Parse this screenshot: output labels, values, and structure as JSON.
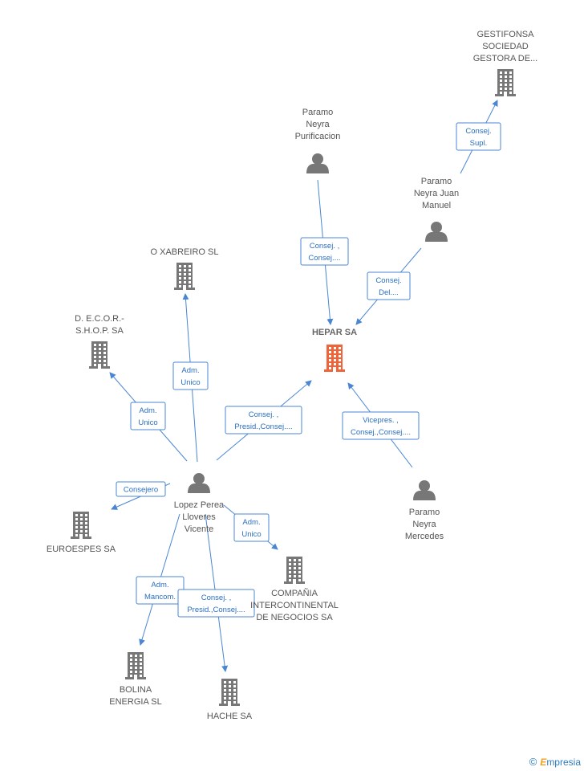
{
  "diagram": {
    "nodes": [
      {
        "id": "hepar",
        "type": "company",
        "main": true,
        "label": [
          "HEPAR SA"
        ]
      },
      {
        "id": "gestifonsa",
        "type": "company",
        "label": [
          "GESTIFONSA",
          "SOCIEDAD",
          "GESTORA DE..."
        ]
      },
      {
        "id": "paramo_purif",
        "type": "person",
        "label": [
          "Paramo",
          "Neyra",
          "Purificacion"
        ]
      },
      {
        "id": "paramo_juan",
        "type": "person",
        "label": [
          "Paramo",
          "Neyra Juan",
          "Manuel"
        ]
      },
      {
        "id": "xabreiro",
        "type": "company",
        "label": [
          "O XABREIRO SL"
        ]
      },
      {
        "id": "decor",
        "type": "company",
        "label": [
          "D. E.C.O.R.-",
          "S.H.O.P. SA"
        ]
      },
      {
        "id": "lopez",
        "type": "person",
        "label": [
          "Lopez Perea",
          "Lloveres",
          "Vicente"
        ]
      },
      {
        "id": "paramo_merc",
        "type": "person",
        "label": [
          "Paramo",
          "Neyra",
          "Mercedes"
        ]
      },
      {
        "id": "euroespes",
        "type": "company",
        "label": [
          "EUROESPES SA"
        ]
      },
      {
        "id": "compania",
        "type": "company",
        "label": [
          "COMPAÑIA",
          "INTERCONTINENTAL",
          "DE NEGOCIOS SA"
        ]
      },
      {
        "id": "bolina",
        "type": "company",
        "label": [
          "BOLINA",
          "ENERGIA SL"
        ]
      },
      {
        "id": "hache",
        "type": "company",
        "label": [
          "HACHE SA"
        ]
      }
    ],
    "edges": [
      {
        "from": "paramo_juan",
        "to": "gestifonsa",
        "label": [
          "Consej.",
          "Supl."
        ]
      },
      {
        "from": "paramo_purif",
        "to": "hepar",
        "label": [
          "Consej. ,",
          "Consej...."
        ]
      },
      {
        "from": "paramo_juan",
        "to": "hepar",
        "label": [
          "Consej.",
          "Del...."
        ]
      },
      {
        "from": "lopez",
        "to": "xabreiro",
        "label": [
          "Adm.",
          "Unico"
        ]
      },
      {
        "from": "lopez",
        "to": "decor",
        "label": [
          "Adm.",
          "Unico"
        ]
      },
      {
        "from": "lopez",
        "to": "hepar",
        "label": [
          "Consej. ,",
          "Presid.,Consej...."
        ]
      },
      {
        "from": "paramo_merc",
        "to": "hepar",
        "label": [
          "Vicepres. ,",
          "Consej.,Consej...."
        ]
      },
      {
        "from": "lopez",
        "to": "euroespes",
        "label": [
          "Consejero"
        ]
      },
      {
        "from": "lopez",
        "to": "compania",
        "label": [
          "Adm.",
          "Unico"
        ]
      },
      {
        "from": "lopez",
        "to": "bolina",
        "label": [
          "Adm.",
          "Mancom."
        ]
      },
      {
        "from": "lopez",
        "to": "hache",
        "label": [
          "Consej. ,",
          "Presid.,Consej...."
        ]
      }
    ]
  },
  "brand": {
    "copyright": "©",
    "initial": "E",
    "name": "mpresia"
  },
  "colors": {
    "main_company": "#f0643a",
    "node": "#777777",
    "edge": "#4a86d4",
    "edge_text": "#2a6fc0"
  }
}
